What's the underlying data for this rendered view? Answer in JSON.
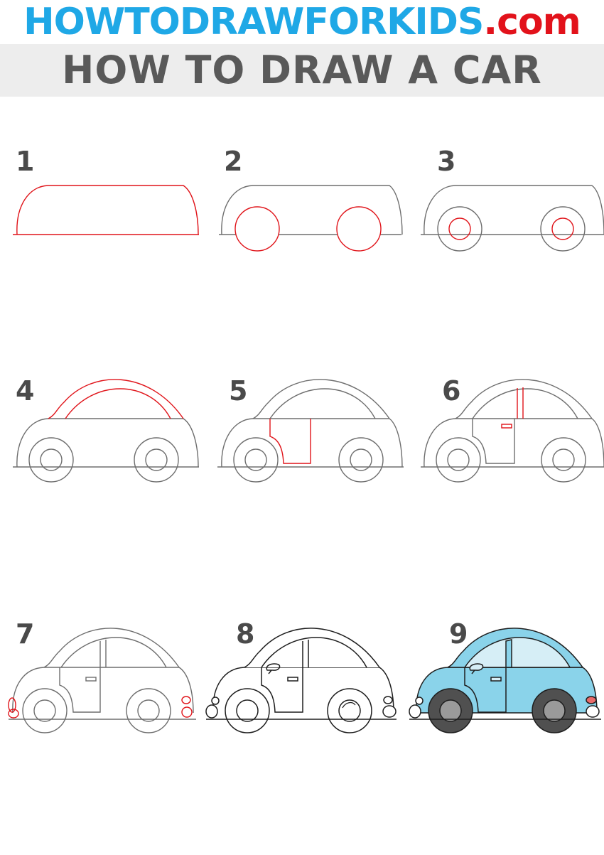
{
  "site": {
    "name_part1": "HOWTODRAWFORKIDS",
    "name_part2": ".com",
    "brand_blue": "#1fa8e6",
    "brand_red": "#e2121b"
  },
  "title": "HOW TO DRAW A CAR",
  "colors": {
    "new_lines": "#e0141a",
    "old_lines": "#6e6e6e",
    "body": "#8ad3ea",
    "tires": "#505050",
    "window": "#d6eef6",
    "taillight": "#e96a6a"
  },
  "steps": [
    {
      "number": "1"
    },
    {
      "number": "2"
    },
    {
      "number": "3"
    },
    {
      "number": "4"
    },
    {
      "number": "5"
    },
    {
      "number": "6"
    },
    {
      "number": "7"
    },
    {
      "number": "8"
    },
    {
      "number": "9"
    }
  ]
}
